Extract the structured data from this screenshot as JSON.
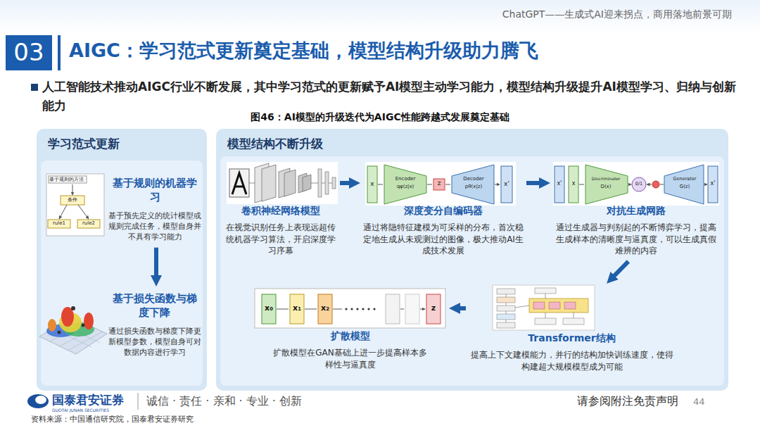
{
  "diagram": {
    "title": "AIGC：学习范式更新奠定基础，模型结构升级助力腾飞",
    "caption": "图46：AI模型的升级迭代为AIGC性能跨越式发展奠定基础",
    "nodes": [
      {
        "text": [
          "学习范式更新"
        ]
      },
      {
        "text": [
          "基于规则的机器学习",
          "基于预先定义的统计模型或规则完成任务，模型自身并不具有学习能力"
        ],
        "in": 0
      },
      {
        "text": [
          "基于损失函数与梯度下降",
          "通过损失函数与梯度下降更新模型参数，模型自身可对数据内容进行学习"
        ],
        "in": 0
      },
      {
        "text": [
          "模型结构不断升级"
        ]
      },
      {
        "text": [
          "卷积神经网络模型",
          "在视觉识别任务上表现远超传统机器学习算法，开启深度学习序幕"
        ],
        "in": 3
      },
      {
        "text": [
          "深度变分自编码器",
          "通过将隐特征建模为可采样的分布，首次稳定地生成从未观测过的图像，极大推动AI生成技术发展"
        ],
        "in": 3
      },
      {
        "text": [
          "对抗生成网路",
          "通过生成器与判别起的不断博弈学习，提高生成样本的清晰度与逼真度，可以生成真假难辨的内容"
        ],
        "in": 3
      },
      {
        "text": [
          "Transformer结构",
          "提高上下文建模能力，并行的结构加快训练速度，使得构建超大规模模型成为可能"
        ],
        "in": 3
      },
      {
        "text": [
          "扩散模型",
          "扩散模型在GAN基础上进一步提高样本多样性与逼真度"
        ],
        "in": 3
      }
    ],
    "edges": [
      {
        "from": 1,
        "to": 2,
        "arrow": "to"
      },
      {
        "from": 4,
        "to": 5,
        "arrow": "to"
      },
      {
        "from": 5,
        "to": 6,
        "arrow": "to"
      },
      {
        "from": 6,
        "to": 7,
        "arrow": "to"
      },
      {
        "from": 7,
        "to": 8,
        "arrow": "to"
      }
    ],
    "labels": [
      "ChatGPT——生成式AI迎来拐点，商用落地前景可期",
      "03",
      "人工智能技术推动AIGC行业不断发展，其中学习范式的更新赋予AI模型主动学习能力，模型结构升级提升AI模型学习、归纳与创新能力",
      "基于规则的方法",
      "条件",
      "rule1",
      "rule2",
      "x",
      "Encoder",
      "qφ(z|x)",
      "z",
      "Decoder",
      "pθ(x|z)",
      "x'",
      "x'",
      "x",
      "Discriminator",
      "D(x)",
      "0/1",
      "Generator",
      "G(z)",
      "x'",
      "x₀",
      "x₁",
      "x₂",
      "z",
      "国泰君安证券",
      "GUOTAI JUNAN SECURITIES",
      "诚信 · 责任 · 亲和 · 专业 · 创新",
      "请参阅附注免责声明",
      "44",
      "资料来源：中国通信研究院，国泰君安证券研究"
    ]
  }
}
